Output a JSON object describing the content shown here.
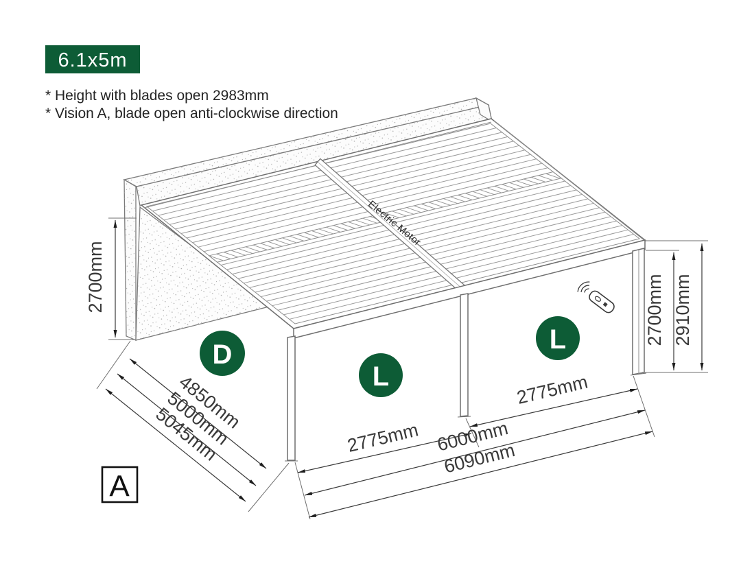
{
  "badge": {
    "label": "6.1x5m"
  },
  "notes": {
    "line1": "* Height with blades open 2983mm",
    "line2": "* Vision A, blade open anti-clockwise direction"
  },
  "diagram": {
    "motor_label": "Electric Motor",
    "view_marker": "A",
    "zones": {
      "side": "D",
      "front_left": "L",
      "front_right": "L"
    },
    "dims": {
      "wall_height": "2700mm",
      "blade_span": "4850mm",
      "depth_inner": "5000mm",
      "depth_outer": "5045mm",
      "bay_left": "2775mm",
      "bay_right": "2775mm",
      "width_inner": "6000mm",
      "width_outer": "6090mm",
      "post_height": "2700mm",
      "total_height": "2910mm"
    }
  },
  "colors": {
    "accent_green": "#0D5C36",
    "line": "#6f6f6f",
    "dim_line": "#3a3a3a",
    "text": "#232323"
  }
}
